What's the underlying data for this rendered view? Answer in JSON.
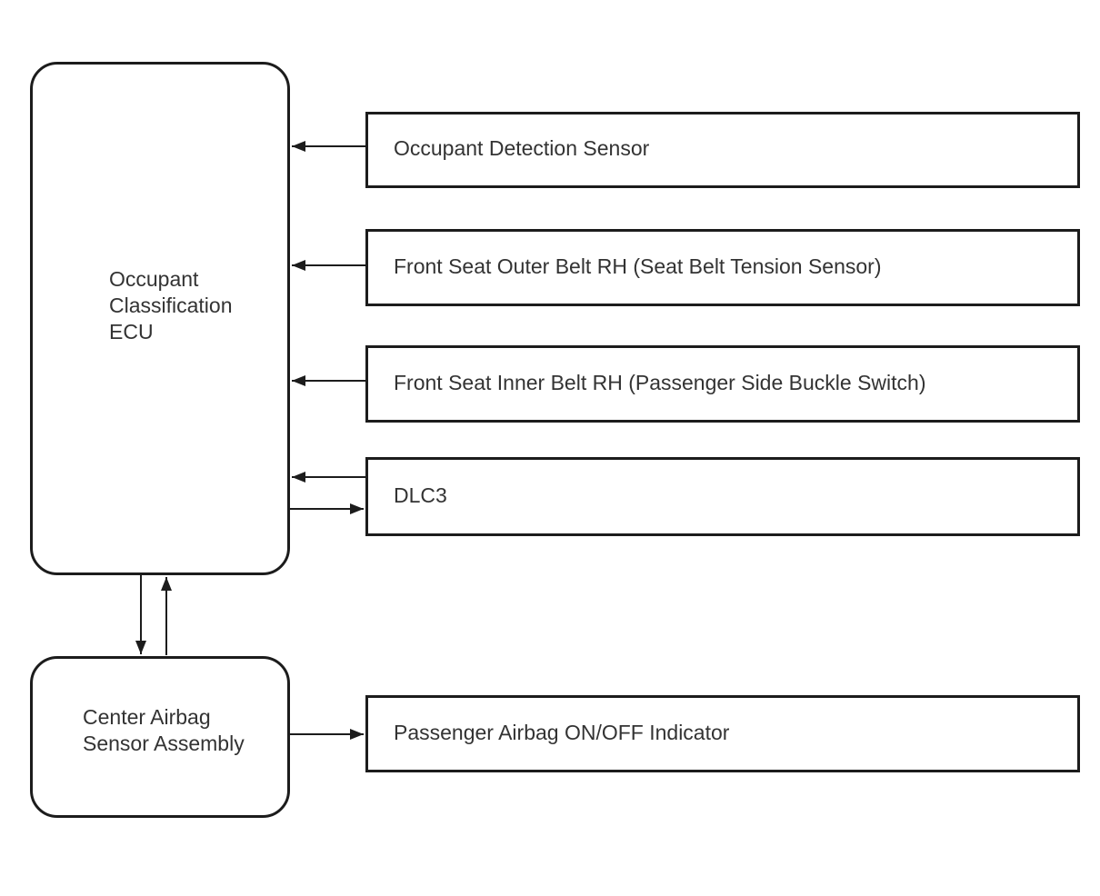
{
  "diagram": {
    "colors": {
      "background": "#ffffff",
      "line": "#1c1c1c",
      "text": "#333333"
    },
    "ecu": {
      "name": "Occupant Classification ECU",
      "line1": "Occupant",
      "line2": "Classification",
      "line3": "ECU"
    },
    "center_airbag": {
      "name": "Center Airbag Sensor Assembly",
      "line1": "Center Airbag",
      "line2": "Sensor Assembly"
    },
    "components": {
      "occupant_detection_sensor": "Occupant Detection Sensor",
      "front_seat_outer_belt": "Front Seat Outer Belt RH (Seat Belt Tension Sensor)",
      "front_seat_inner_belt": "Front Seat Inner Belt RH (Passenger Side Buckle Switch)",
      "dlc3": "DLC3",
      "passenger_airbag_indicator": "Passenger Airbag ON/OFF Indicator"
    },
    "connections": [
      {
        "from": "Occupant Detection Sensor",
        "to": "Occupant Classification ECU",
        "direction": "one-way"
      },
      {
        "from": "Front Seat Outer Belt RH (Seat Belt Tension Sensor)",
        "to": "Occupant Classification ECU",
        "direction": "one-way"
      },
      {
        "from": "Front Seat Inner Belt RH (Passenger Side Buckle Switch)",
        "to": "Occupant Classification ECU",
        "direction": "one-way"
      },
      {
        "from": "DLC3",
        "to": "Occupant Classification ECU",
        "direction": "two-way"
      },
      {
        "from": "Occupant Classification ECU",
        "to": "Center Airbag Sensor Assembly",
        "direction": "two-way"
      },
      {
        "from": "Center Airbag Sensor Assembly",
        "to": "Passenger Airbag ON/OFF Indicator",
        "direction": "one-way"
      }
    ]
  }
}
